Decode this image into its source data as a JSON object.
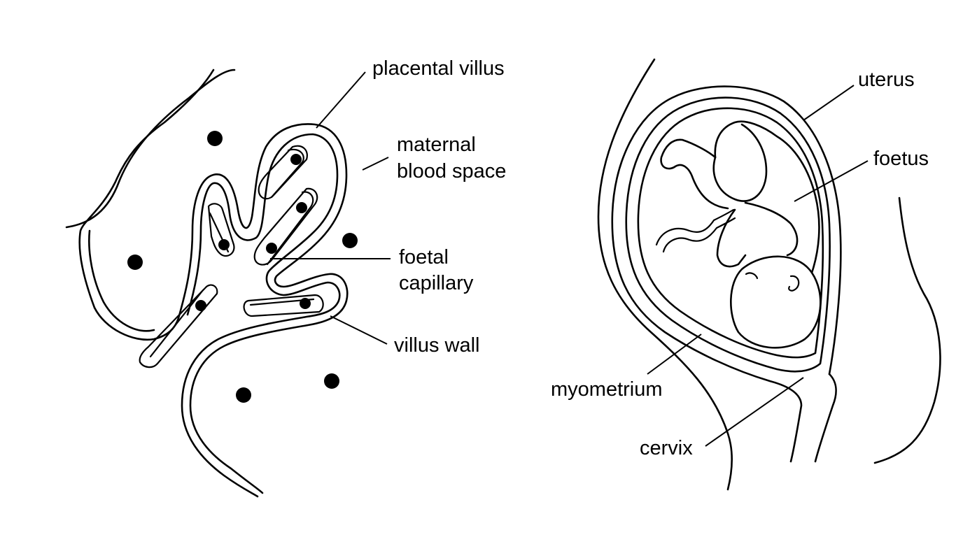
{
  "left_panel": {
    "labels": {
      "placental_villus": "placental villus",
      "maternal_blood_space_line1": "maternal",
      "maternal_blood_space_line2": "blood space",
      "foetal_capillary_line1": "foetal",
      "foetal_capillary_line2": "capillary",
      "villus_wall": "villus wall"
    }
  },
  "right_panel": {
    "labels": {
      "uterus": "uterus",
      "foetus": "foetus",
      "myometrium": "myometrium",
      "cervix": "cervix"
    }
  },
  "colors": {
    "ink": "#000000",
    "background": "#ffffff"
  }
}
